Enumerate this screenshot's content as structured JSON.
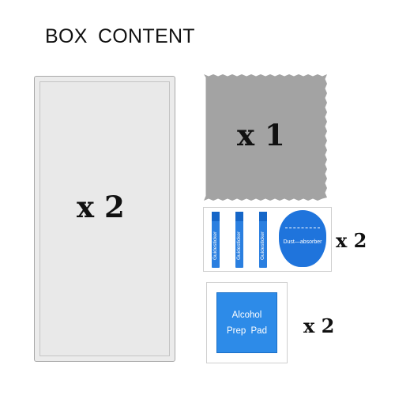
{
  "title": "BOX  CONTENT",
  "items": {
    "screen_protector": {
      "quantity": "x 2"
    },
    "cleaning_cloth": {
      "quantity": "x 1"
    },
    "sticker_set": {
      "quantity": "x 2",
      "guide_sticker_label": "Guidesticker",
      "dust_absorber_label": "Dust—absorber"
    },
    "alcohol_pad": {
      "quantity": "x 2",
      "line1": "Alcohol",
      "line2": "Prep  Pad"
    }
  },
  "colors": {
    "background": "#ffffff",
    "glass_fill": "#ebebeb",
    "glass_border": "#a9a9a9",
    "cloth": "#a3a3a3",
    "sticker_blue": "#2a7fe0",
    "pad_blue": "#2d8be8",
    "text": "#111111"
  }
}
